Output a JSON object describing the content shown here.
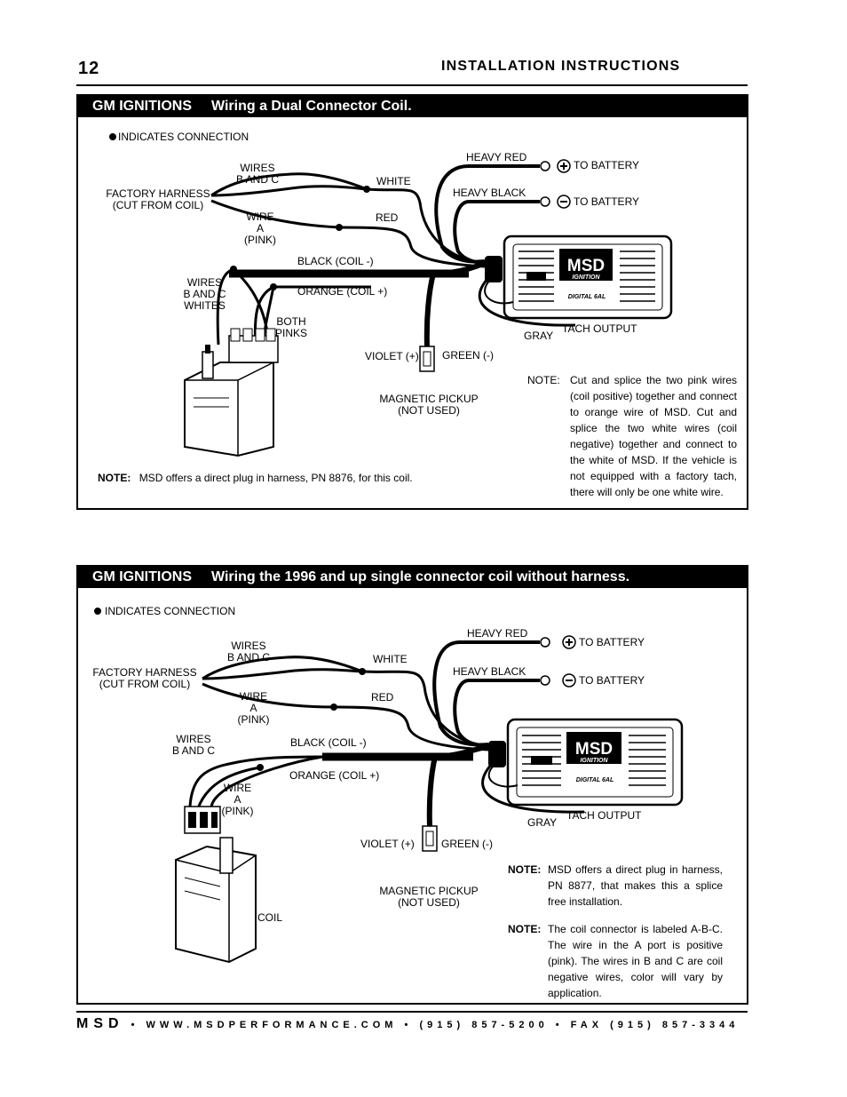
{
  "header": {
    "page_number": "12",
    "title": "INSTALLATION  INSTRUCTIONS"
  },
  "diagram1": {
    "title_prefix": "GM IGNITIONS",
    "title_text": "Wiring a Dual Connector Coil.",
    "legend": "INDICATES CONNECTION",
    "labels": {
      "wires_bc_top_1": "WIRES",
      "wires_bc_top_2": "B AND C",
      "factory_1": "FACTORY HARNESS",
      "factory_2": "(CUT FROM COIL)",
      "wire_a_1": "WIRE",
      "wire_a_2": "A",
      "wire_a_3": "(PINK)",
      "white": "WHITE",
      "red": "RED",
      "heavy_red": "HEAVY RED",
      "heavy_black": "HEAVY BLACK",
      "to_battery_pos": "TO BATTERY",
      "to_battery_neg": "TO BATTERY",
      "black_coil": "BLACK (COIL -)",
      "orange_coil": "ORANGE (COIL +)",
      "wires_bc_left_1": "WIRES",
      "wires_bc_left_2": "B AND C",
      "wires_bc_left_3": "WHITES",
      "both_pinks_1": "BOTH",
      "both_pinks_2": "PINKS",
      "violet": "VIOLET (+)",
      "green": "GREEN (-)",
      "mag_1": "MAGNETIC PICKUP",
      "mag_2": "(NOT USED)",
      "gray": "GRAY",
      "tach": "TACH OUTPUT",
      "msd_logo": "MSD",
      "ignition": "IGNITION",
      "model": "DIGITAL 6AL"
    },
    "note_left_label": "NOTE:",
    "note_left_text": "MSD offers a direct plug in harness, PN 8876, for this coil.",
    "note_right_label": "NOTE:",
    "note_right_text": "Cut and splice the two pink wires (coil positive) together and connect to orange  wire of MSD. Cut and splice the two white wires (coil negative) together and connect to the white of MSD. If the vehicle is not equipped with a factory tach, there will only be one white wire."
  },
  "diagram2": {
    "title_prefix": "GM IGNITIONS",
    "title_text": "Wiring the 1996 and up single connector coil without harness.",
    "legend": "INDICATES CONNECTION",
    "labels": {
      "wires_bc_top_1": "WIRES",
      "wires_bc_top_2": "B AND C",
      "factory_1": "FACTORY HARNESS",
      "factory_2": "(CUT FROM COIL)",
      "wire_a_1": "WIRE",
      "wire_a_2": "A",
      "wire_a_3": "(PINK)",
      "white": "WHITE",
      "red": "RED",
      "heavy_red": "HEAVY RED",
      "heavy_black": "HEAVY BLACK",
      "to_battery_pos": "TO BATTERY",
      "to_battery_neg": "TO BATTERY",
      "black_coil": "BLACK (COIL -)",
      "orange_coil": "ORANGE (COIL +)",
      "wires_bc_left_1": "WIRES",
      "wires_bc_left_2": "B AND C",
      "wire_a_low_1": "WIRE",
      "wire_a_low_2": "A",
      "wire_a_low_3": "(PINK)",
      "violet": "VIOLET (+)",
      "green": "GREEN (-)",
      "mag_1": "MAGNETIC PICKUP",
      "mag_2": "(NOT USED)",
      "gray": "GRAY",
      "tach": "TACH OUTPUT",
      "coil": "COIL",
      "msd_logo": "MSD",
      "ignition": "IGNITION",
      "model": "DIGITAL 6AL"
    },
    "note1_label": "NOTE:",
    "note1_text": "MSD offers a direct plug in harness, PN 8877, that makes this a splice free installation.",
    "note2_label": "NOTE:",
    "note2_text": "The coil connector is labeled A-B-C. The wire in the A port is positive (pink). The wires in B and C are coil negative wires, color will vary by application."
  },
  "footer": {
    "brand": "MSD",
    "sep": "•",
    "website": "WWW.MSDPERFORMANCE.COM",
    "phone": "(915) 857-5200",
    "fax": "FAX (915) 857-3344"
  }
}
